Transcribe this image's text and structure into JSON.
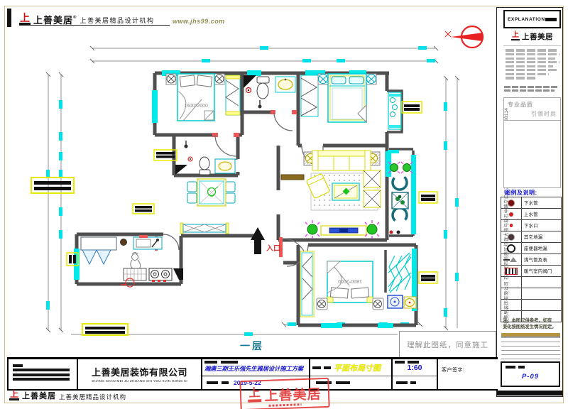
{
  "header": {
    "logo_mark": "上",
    "logo_text": "上善美居",
    "logo_reg": "®",
    "tagline": "上善美居精品设计机构",
    "website": "www.jhs99.com"
  },
  "plan": {
    "floor_label": "一层",
    "entrance_label": "入口",
    "master_bed_size": "1600*2000",
    "second_bed_size": "1800*2000",
    "agreement_text": "理解此图纸，同意施工"
  },
  "explanation": {
    "title": "EXPLANATION",
    "logo_mark": "上",
    "logo_text": "上善美居",
    "side_text": "上善美居装饰有限公司 石家庄市桥西区红旗大街与新石中路交口广友大厦4层 TEL（86）0311 80708114",
    "quality_text": "专业品质",
    "fashion_text": "引领时尚",
    "legend_title": "图例及说明:",
    "legend": [
      {
        "symbol": "sewer-pipe-icon",
        "label": "下水管"
      },
      {
        "symbol": "water-supply-pipe-icon",
        "label": "上水管"
      },
      {
        "symbol": "drain-outlet-icon",
        "label": "下水口"
      },
      {
        "symbol": "floor-drain-icon",
        "label": "其它地漏"
      },
      {
        "symbol": "toilet-floor-drain-icon",
        "label": "座便器地漏"
      },
      {
        "symbol": "gas-pipe-meter-icon",
        "label": "煤气管及表"
      },
      {
        "symbol": "heating-valve-icon",
        "label": "暖气室内阀门"
      }
    ],
    "note_line1": "注：本图只供参考，如有",
    "note_line2": "变化按图纸发生情况而定。",
    "page_no": "P-09"
  },
  "title_block": {
    "company_name": "上善美居装饰有限公司",
    "company_pinyin": "SHANG SHAN MEI JU ZHUANG SHI YOU XIAN GONG SI",
    "project_name": "瀚唐三期王乐强先生雅居设计施工方案",
    "date": "2019-5-22",
    "drawing_title": "平面布局寸图",
    "scale_value": "1:60",
    "signature_label": "客户签字:",
    "footer_logo_mark": "上",
    "footer_logo_text": "上善美居",
    "footer_tagline": "上善美居精品设计机构"
  },
  "stamp": {
    "text": "上善美居"
  }
}
